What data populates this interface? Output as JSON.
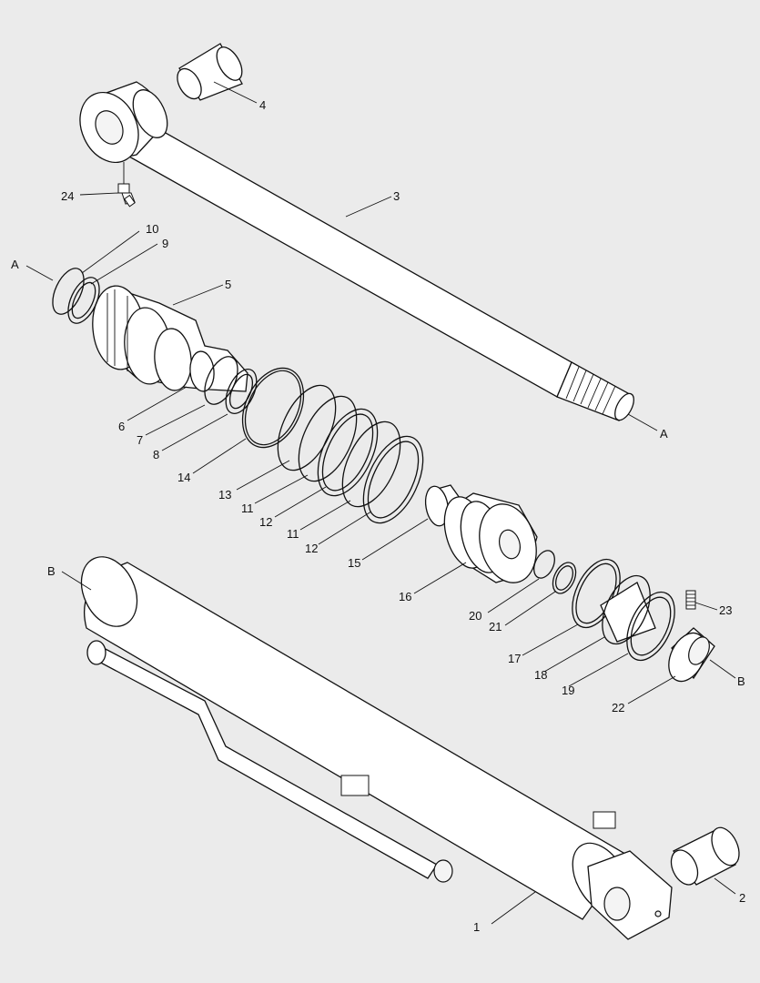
{
  "diagram": {
    "callouts": {
      "p1": "1",
      "p2": "2",
      "p3": "3",
      "p4": "4",
      "p5": "5",
      "p6": "6",
      "p7": "7",
      "p8": "8",
      "p9": "9",
      "p10": "10",
      "p11a": "11",
      "p11b": "11",
      "p12a": "12",
      "p12b": "12",
      "p13": "13",
      "p14": "14",
      "p15": "15",
      "p16": "16",
      "p17": "17",
      "p18": "18",
      "p19": "19",
      "p20": "20",
      "p21": "21",
      "p22": "22",
      "p23": "23",
      "p24": "24",
      "refA1": "A",
      "refA2": "A",
      "refB1": "B",
      "refB2": "B"
    }
  }
}
